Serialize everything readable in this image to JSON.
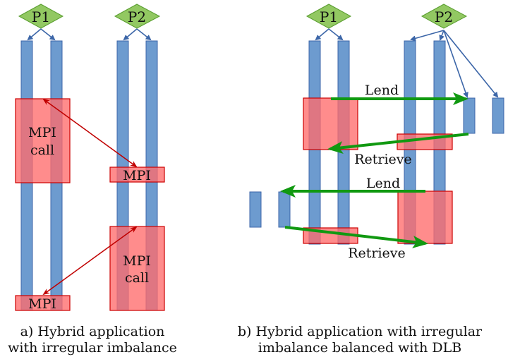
{
  "colors": {
    "thread_fill": "#6d9bcf",
    "thread_stroke": "#3c66a8",
    "mpi_fill": "#ff6b6b",
    "mpi_stroke": "#cc0000",
    "process_fill": "#92c862",
    "process_stroke": "#5a9e30",
    "comm_arrow": "#c00000",
    "dlb_arrow": "#119911",
    "spawn_arrow": "#3c66a8"
  },
  "panel_a": {
    "process_1": "P1",
    "process_2": "P2",
    "mpi_call_top_left": [
      "MPI",
      "call"
    ],
    "mpi_top_right": "MPI",
    "mpi_call_bottom_right": [
      "MPI",
      "call"
    ],
    "mpi_bottom_left": "MPI",
    "caption": [
      "a) Hybrid application",
      "with irregular imbalance"
    ]
  },
  "panel_b": {
    "process_1": "P1",
    "process_2": "P2",
    "lend_top": "Lend",
    "retrieve_top": "Retrieve",
    "lend_bottom": "Lend",
    "retrieve_bottom": "Retrieve",
    "caption": [
      "b) Hybrid application with irregular",
      "imbalance balanced with DLB"
    ]
  }
}
